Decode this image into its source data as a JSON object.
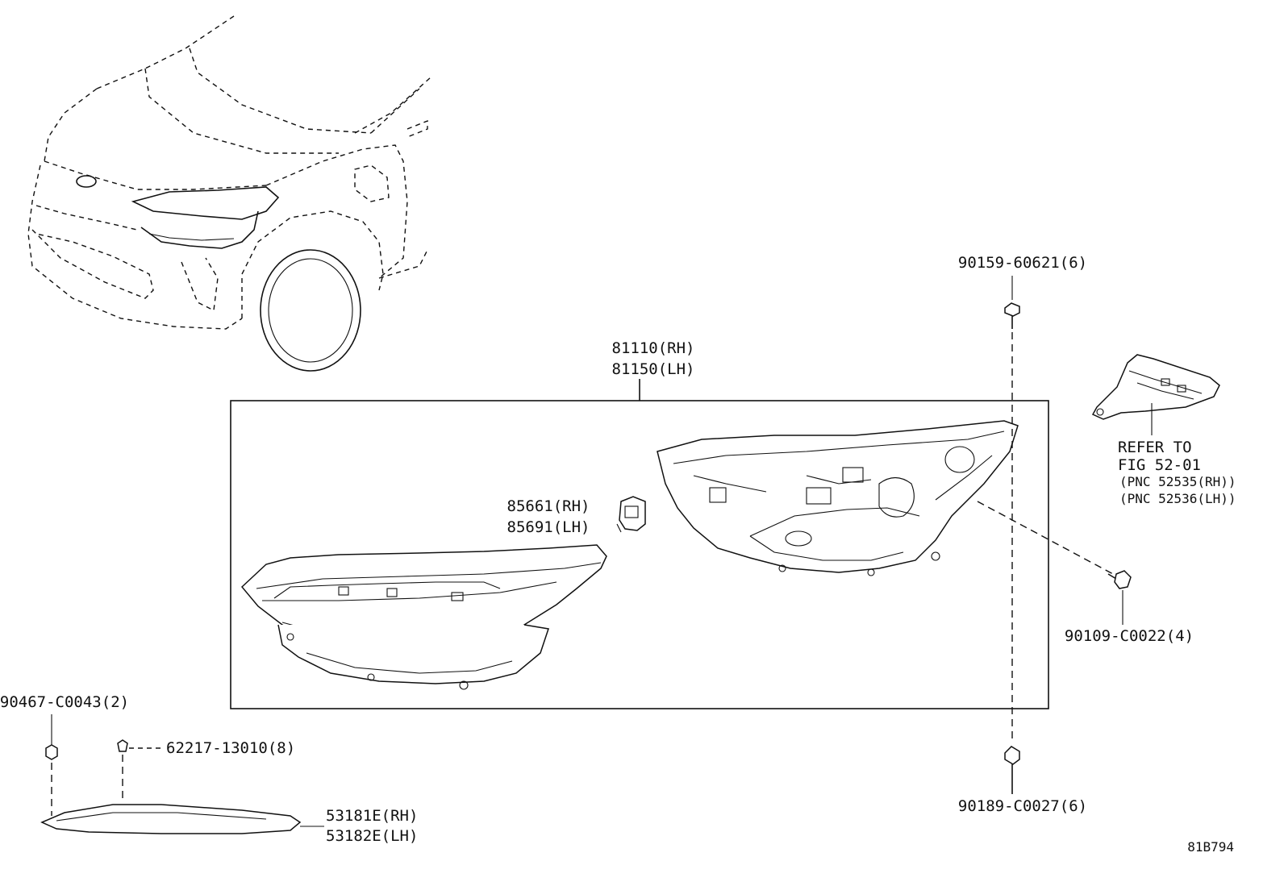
{
  "labels": {
    "headlamp_rh": "81110(RH)",
    "headlamp_lh": "81150(LH)",
    "bolt_top": "90159-60621(6)",
    "refer_line1": "REFER TO",
    "refer_line2": "FIG 52-01",
    "pnc_rh": "(PNC 52535(RH))",
    "pnc_lh": "(PNC 52536(LH))",
    "actuator_rh": "85661(RH)",
    "actuator_lh": "85691(LH)",
    "screw_right": "90109-C0022(4)",
    "nut_left": "90467-C0043(2)",
    "clip": "62217-13010(8)",
    "cover_rh": "53181E(RH)",
    "cover_lh": "53182E(LH)",
    "bolt_bottom": "90189-C0027(6)",
    "figure_code": "81B794"
  }
}
